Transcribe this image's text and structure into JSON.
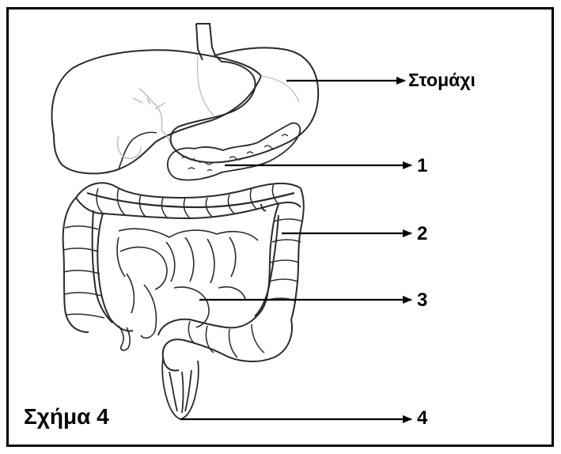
{
  "labels": {
    "stomach": "Στομάχι",
    "l1": "1",
    "l2": "2",
    "l3": "3",
    "l4": "4"
  },
  "caption": "Σχήμα 4",
  "colors": {
    "line": "#000000",
    "organ_outline": "#2a2a2a",
    "faint_outline": "#bdbdbd",
    "background": "#ffffff"
  }
}
